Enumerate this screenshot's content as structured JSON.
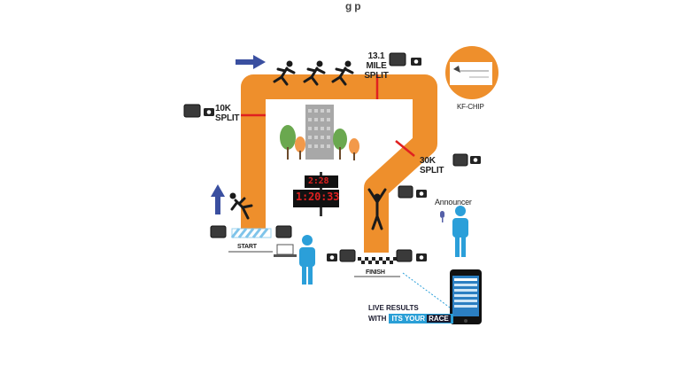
{
  "header": {
    "title": "g    p"
  },
  "labels": {
    "split_131": "13.1 MILE SPLIT",
    "split_10k": "10K SPLIT",
    "split_30k": "30K SPLIT",
    "start": "START",
    "finish": "FINISH",
    "announcer": "Announcer",
    "kf_chip": "KF-CHIP",
    "clock_top": "2:28",
    "clock_bottom": "1:20:33"
  },
  "live_results": {
    "line1": "LIVE RESULTS",
    "line2": "WITH",
    "brand_a": "ITS YOUR",
    "brand_b": "RACE"
  },
  "colors": {
    "track": "#ee8f2c",
    "split_line": "#e02020",
    "arrow": "#3a4fa0",
    "person": "#2b9fd9",
    "runner": "#1a1a1a",
    "tree_green": "#6aa84f",
    "tree_orange": "#f2994a",
    "building": "#a0a0a0",
    "clock_digits": "#e02020"
  },
  "icons": [
    "camera-icon",
    "timing-box-icon",
    "runner-icon",
    "person-icon",
    "microphone-icon",
    "laptop-icon",
    "phone-icon",
    "chip-icon",
    "arrow-right-icon",
    "arrow-up-icon",
    "clock-display-icon",
    "tree-icon",
    "building-icon"
  ]
}
